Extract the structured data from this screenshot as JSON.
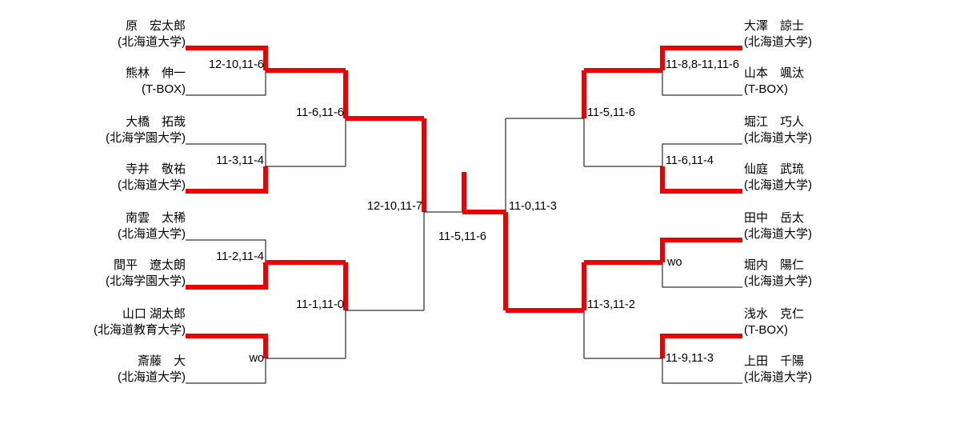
{
  "colors": {
    "winner_line": "#ee0000",
    "normal_line": "#000000",
    "background": "#ffffff",
    "text": "#000000"
  },
  "bracket": {
    "title": "",
    "left_half": {
      "players": [
        {
          "id": "L1",
          "name": "原　宏太郎",
          "affiliation": "(北海道大学)",
          "winner": true
        },
        {
          "id": "L2",
          "name": "熊林　伸一",
          "affiliation": "(T-BOX)",
          "winner": false
        },
        {
          "id": "L3",
          "name": "大橋　拓哉",
          "affiliation": "(北海学園大学)",
          "winner": false
        },
        {
          "id": "L4",
          "name": "寺井　敬祐",
          "affiliation": "(北海道大学)",
          "winner": true
        },
        {
          "id": "L5",
          "name": "南雲　太稀",
          "affiliation": "(北海道大学)",
          "winner": false
        },
        {
          "id": "L6",
          "name": "間平　遼太朗",
          "affiliation": "(北海学園大学)",
          "winner": true
        },
        {
          "id": "L7",
          "name": "山口 湖太郎",
          "affiliation": "(北海道教育大学)",
          "winner": true
        },
        {
          "id": "L8",
          "name": "斎藤　大",
          "affiliation": "(北海道大学)",
          "winner": false
        }
      ],
      "round1": [
        {
          "id": "LR1M1",
          "score": "12-10,11-6",
          "upper_wins": true
        },
        {
          "id": "LR1M2",
          "score": "11-3,11-4",
          "upper_wins": false
        },
        {
          "id": "LR1M3",
          "score": "11-2,11-4",
          "upper_wins": false
        },
        {
          "id": "LR1M4",
          "score": "wo",
          "upper_wins": true
        }
      ],
      "round2": [
        {
          "id": "LR2M1",
          "score": "11-6,11-6",
          "upper_wins": true
        },
        {
          "id": "LR2M2",
          "score": "11-1,11-0",
          "upper_wins": true
        }
      ],
      "round3": [
        {
          "id": "LR3M1",
          "score": "12-10,11-7",
          "upper_wins": true
        }
      ]
    },
    "right_half": {
      "players": [
        {
          "id": "R1",
          "name": "大澤　諒士",
          "affiliation": "(北海道大学)",
          "winner": true
        },
        {
          "id": "R2",
          "name": "山本　颯汰",
          "affiliation": "(T-BOX)",
          "winner": false
        },
        {
          "id": "R3",
          "name": "堀江　巧人",
          "affiliation": "(北海道大学)",
          "winner": false
        },
        {
          "id": "R4",
          "name": "仙庭　武琉",
          "affiliation": "(北海道大学)",
          "winner": true
        },
        {
          "id": "R5",
          "name": "田中　岳太",
          "affiliation": "(北海道大学)",
          "winner": true
        },
        {
          "id": "R6",
          "name": "堀内　陽仁",
          "affiliation": "(北海道大学)",
          "winner": false
        },
        {
          "id": "R7",
          "name": "浅水　克仁",
          "affiliation": "(T-BOX)",
          "winner": true
        },
        {
          "id": "R8",
          "name": "上田　千陽",
          "affiliation": "(北海道大学)",
          "winner": false
        }
      ],
      "round1": [
        {
          "id": "RR1M1",
          "score": "11-8,8-11,11-6",
          "upper_wins": true
        },
        {
          "id": "RR1M2",
          "score": "11-6,11-4",
          "upper_wins": false
        },
        {
          "id": "RR1M3",
          "score": "wo",
          "upper_wins": true
        },
        {
          "id": "RR1M4",
          "score": "11-9,11-3",
          "upper_wins": true
        }
      ],
      "round2": [
        {
          "id": "RR2M1",
          "score": "11-5,11-6",
          "upper_wins": true
        },
        {
          "id": "RR2M2",
          "score": "11-3,11-2",
          "upper_wins": true
        }
      ],
      "round3": [
        {
          "id": "RR3M1",
          "score": "11-0,11-3",
          "upper_wins": true
        }
      ]
    },
    "final": {
      "id": "FINAL",
      "score": "11-5,11-6",
      "winner_side": "right"
    }
  }
}
